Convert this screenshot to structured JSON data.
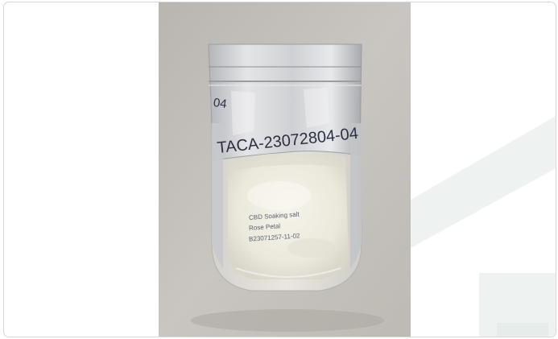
{
  "image": {
    "subject": "sample-pouch-photo",
    "colors": {
      "backdrop": "#c6c2bd",
      "backdrop_shadow": "#aeaaa4",
      "foil": "#d9dadc",
      "foil_dark": "#a7a8ab",
      "salt": "#f1efe4",
      "salt_shade": "#e2dfd2",
      "ink": "#2a3042",
      "watermark": "#eef3f1"
    }
  },
  "labels": {
    "corner_mark": "04",
    "batch_code": "TACA-23072804-04",
    "note_line_1": "CBD Soaking salt",
    "note_line_2": "Rose Petal",
    "note_line_3": "B23071257-11-02"
  }
}
